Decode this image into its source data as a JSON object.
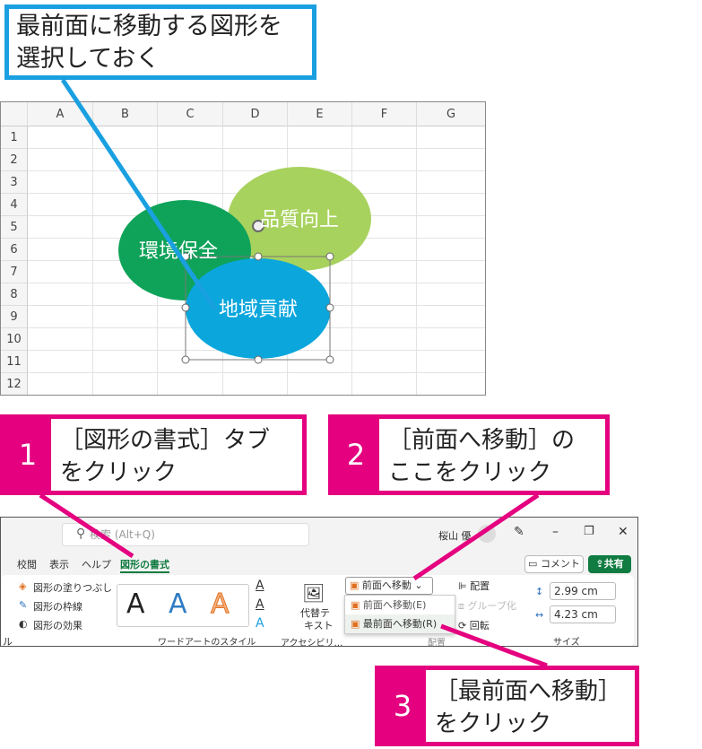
{
  "callout_top": {
    "line1": "最前面に移動する図形を",
    "line2": "選択しておく"
  },
  "sheet": {
    "columns": [
      "A",
      "B",
      "C",
      "D",
      "E",
      "F",
      "G"
    ],
    "rows": [
      "1",
      "2",
      "3",
      "4",
      "5",
      "6",
      "7",
      "8",
      "9",
      "10",
      "11",
      "12"
    ],
    "shapes": [
      {
        "label": "環境保全",
        "color": "#0fa35a"
      },
      {
        "label": "品質向上",
        "color": "#a8d25e"
      },
      {
        "label": "地域貢献",
        "color": "#0aa6dc"
      }
    ]
  },
  "step1": {
    "num": "1",
    "line1": "［図形の書式］タブ",
    "line2": "をクリック"
  },
  "step2": {
    "num": "2",
    "line1": "［前面へ移動］の",
    "line2": "ここをクリック"
  },
  "step3": {
    "num": "3",
    "line1": "［最前面へ移動］",
    "line2": "をクリック"
  },
  "ribbon": {
    "search_placeholder": "検索 (Alt+Q)",
    "user": "桜山 優",
    "tabs": [
      "校閲",
      "表示",
      "ヘルプ",
      "図形の書式"
    ],
    "comment": "コメント",
    "share": "共有",
    "fill": "図形の塗りつぶし",
    "outline": "図形の枠線",
    "effect": "図形の効果",
    "wordart_group": "ワードアートのスタイル",
    "wordart_letter": "A",
    "alt_text1": "代替テ",
    "alt_text2": "キスト",
    "accessibility": "アクセシビリ…",
    "bring_forward": "前面へ移動",
    "menu": [
      "前面へ移動(E)",
      "最前面へ移動(R)"
    ],
    "align": "配置",
    "group": "グループ化",
    "rotate": "回転",
    "arrange_group": "配置",
    "height": "2.99 cm",
    "width": "4.23 cm",
    "size_group": "サイズ",
    "left_group": "ル"
  },
  "colors": {
    "accent_pink": "#e4007f",
    "accent_blue": "#1aa0e0",
    "excel_green": "#107c41"
  }
}
